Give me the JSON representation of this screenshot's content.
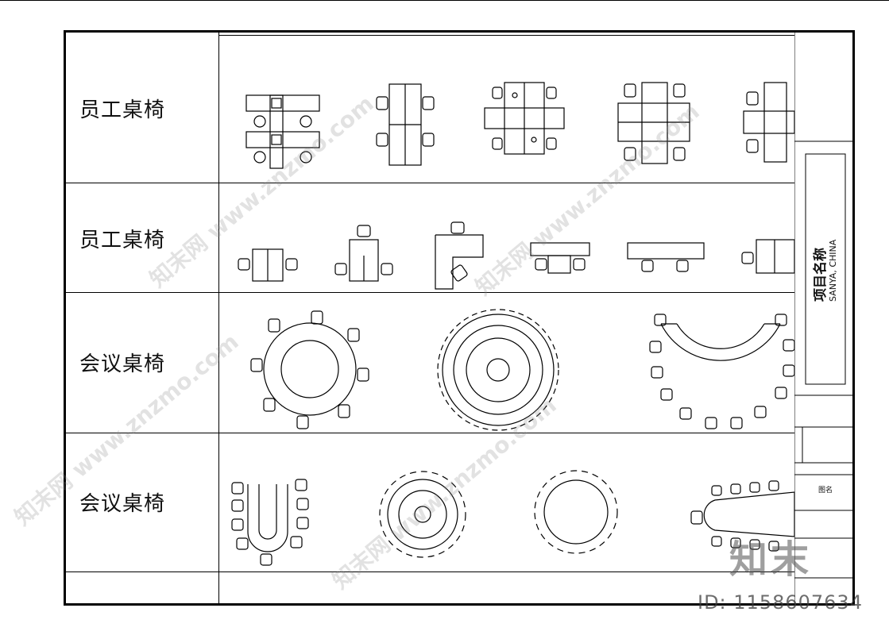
{
  "sections": [
    {
      "label": "员工桌椅"
    },
    {
      "label": "员工桌椅"
    },
    {
      "label": "会议桌椅"
    },
    {
      "label": "会议桌椅"
    }
  ],
  "title_block": {
    "project_name": "项目名称",
    "project_location": "SANYA, CHINA",
    "drawing_name_label": "图名"
  },
  "watermark": {
    "text": "知末网 www.znzmo.com",
    "logo": "知末",
    "id": "ID: 1158607634"
  },
  "colors": {
    "line": "#000000",
    "watermark": "#8c8c8c"
  }
}
